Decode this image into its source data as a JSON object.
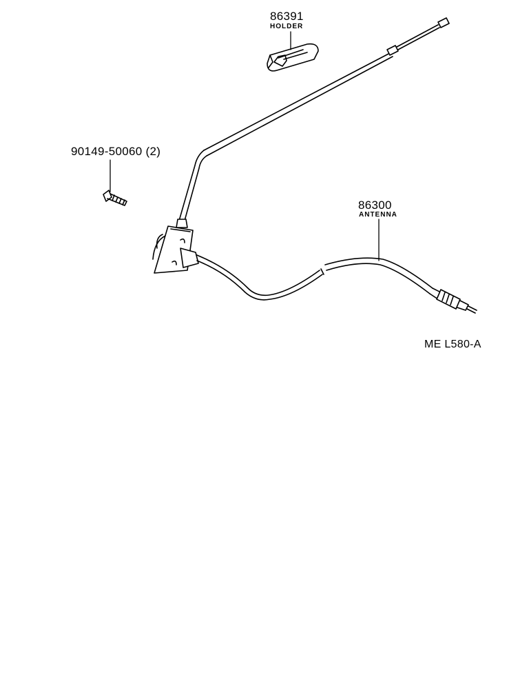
{
  "parts": [
    {
      "id": "holder",
      "part_number": "86391",
      "name": "HOLDER"
    },
    {
      "id": "screw",
      "part_number": "90149-50060 (2)",
      "name": ""
    },
    {
      "id": "antenna",
      "part_number": "86300",
      "name": "ANTENNA"
    }
  ],
  "reference_code": "ME L580-A",
  "colors": {
    "line": "#000000",
    "background": "#ffffff"
  }
}
